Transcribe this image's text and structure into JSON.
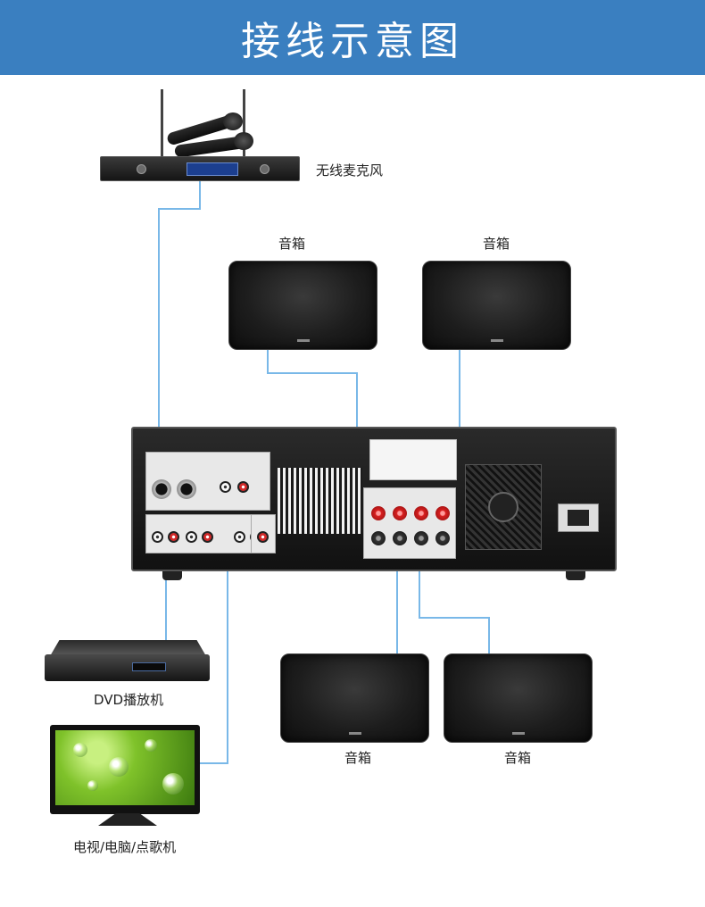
{
  "header": {
    "title": "接线示意图"
  },
  "labels": {
    "microphone": "无线麦克风",
    "speaker_top_left": "音箱",
    "speaker_top_right": "音箱",
    "speaker_bottom_left": "音箱",
    "speaker_bottom_right": "音箱",
    "dvd": "DVD播放机",
    "tv": "电视/电脑/点歌机"
  },
  "colors": {
    "header": "#3a7fc0",
    "wire": "#79b8e8"
  }
}
